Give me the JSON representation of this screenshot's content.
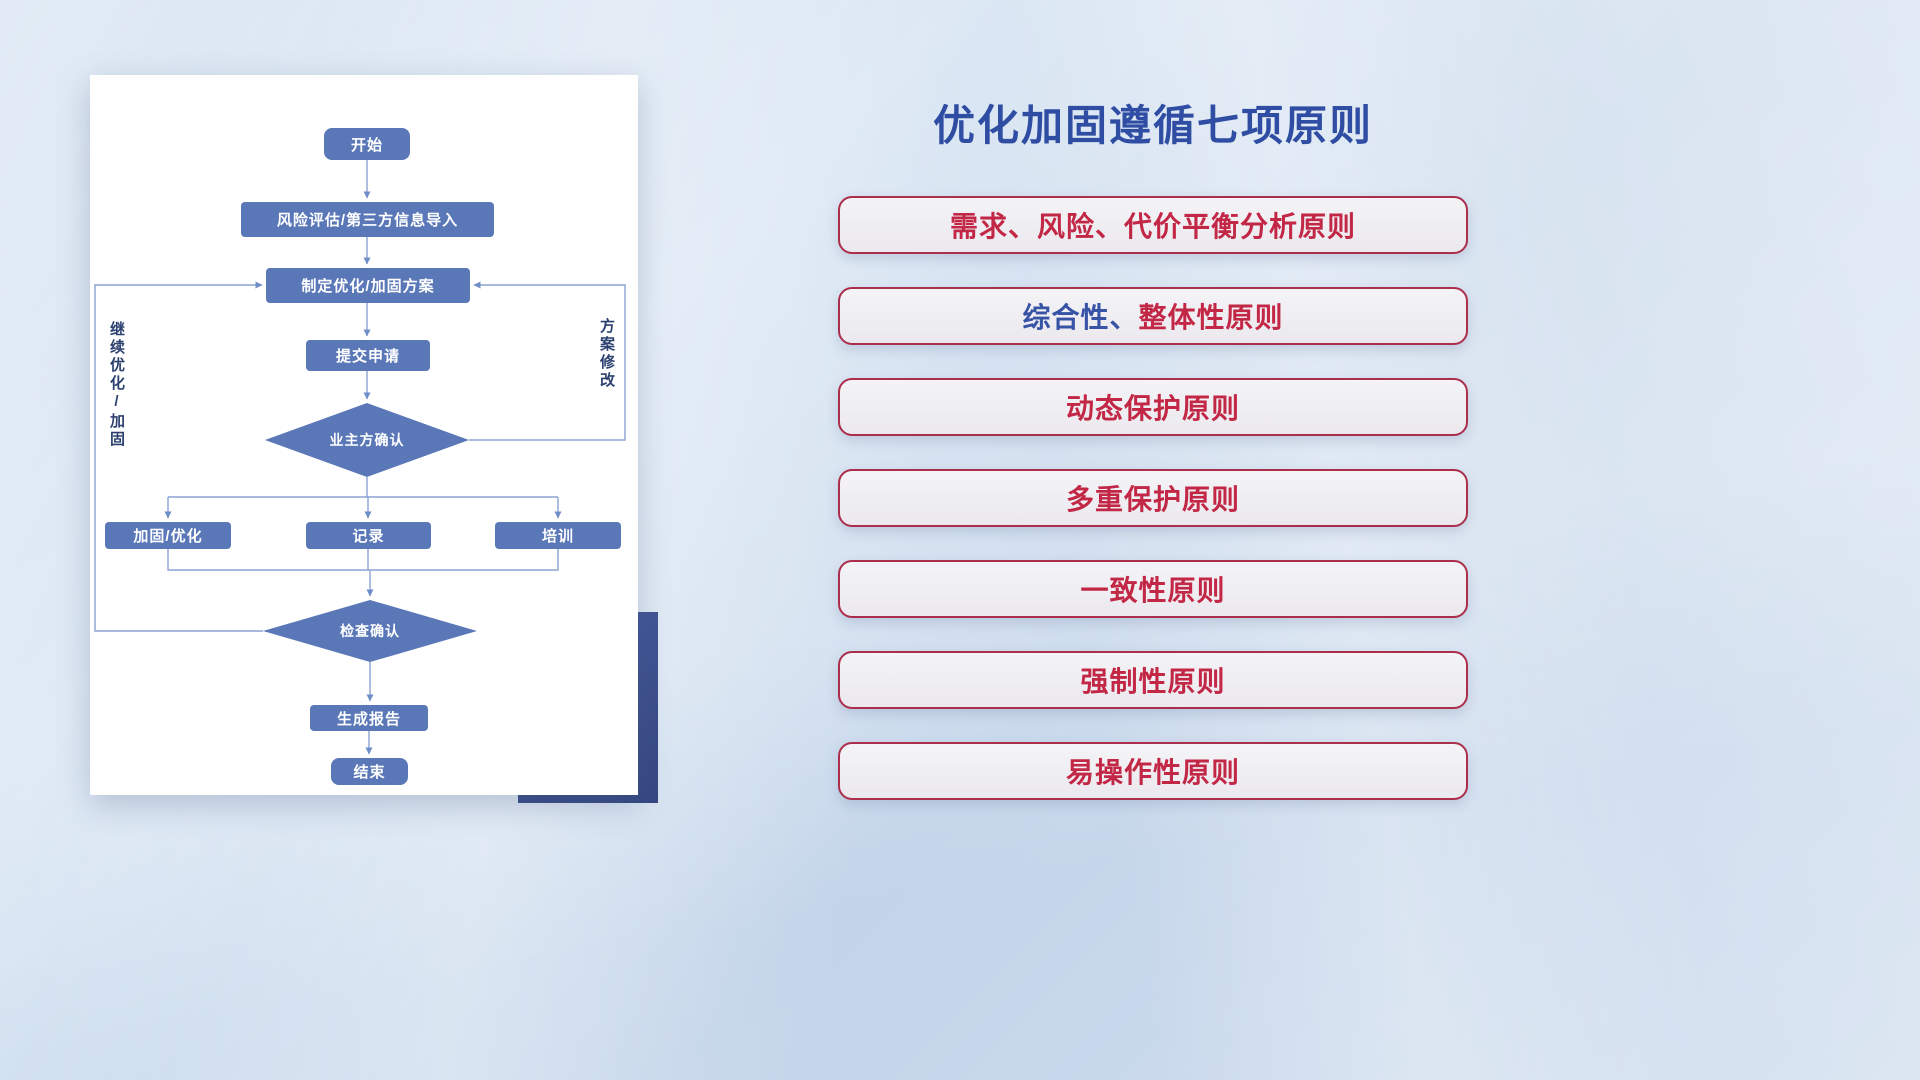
{
  "title": "优化加固遵循七项原则",
  "flowchart": {
    "nodes": {
      "start": "开始",
      "risk_import": "风险评估/第三方信息导入",
      "make_plan": "制定优化/加固方案",
      "submit": "提交申请",
      "owner_confirm": "业主方确认",
      "reinforce": "加固/优化",
      "record": "记录",
      "train": "培训",
      "check_confirm": "检查确认",
      "report": "生成报告",
      "end": "结束"
    },
    "edge_labels": {
      "continue_optimize": "继续优化/加固",
      "plan_modify": "方案修改"
    }
  },
  "principles": [
    {
      "blue": "",
      "red": "需求、风险、代价平衡分析原则"
    },
    {
      "blue": "综合性、",
      "red": "整体性原则"
    },
    {
      "blue": "",
      "red": "动态保护原则"
    },
    {
      "blue": "",
      "red": "多重保护原则"
    },
    {
      "blue": "",
      "red": "一致性原则"
    },
    {
      "blue": "",
      "red": "强制性原则"
    },
    {
      "blue": "",
      "red": "易操作性原则"
    }
  ],
  "colors": {
    "node_fill": "#5a77b8",
    "connector": "#8aa3d4",
    "title": "#2f4da3",
    "principle_red": "#c22746",
    "principle_blue": "#3753a6",
    "principle_border": "#ab2f4d",
    "accent_block": "#3c5093",
    "card_bg": "#ffffff"
  }
}
